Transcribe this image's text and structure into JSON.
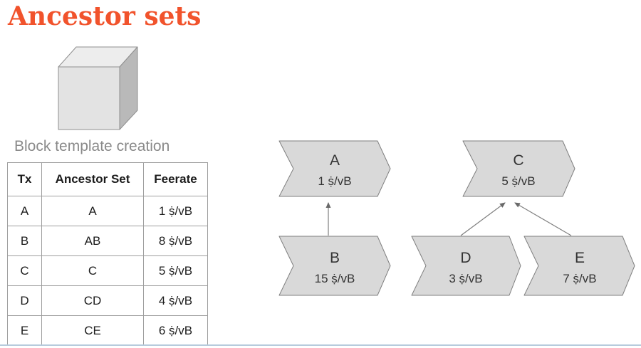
{
  "title": "Ancestor sets",
  "cube_caption": "Block template creation",
  "colors": {
    "accent": "#f1532c",
    "shape_fill": "#d9d9d9",
    "shape_stroke": "#7f7f7f",
    "muted_text": "#8a8a8a",
    "bottom_line": "#b7cbdd"
  },
  "table": {
    "headers": [
      "Tx",
      "Ancestor Set",
      "Feerate"
    ],
    "rows": [
      {
        "tx": "A",
        "ancestor_set": "A",
        "feerate": "1 ṩ/vB"
      },
      {
        "tx": "B",
        "ancestor_set": "AB",
        "feerate": "8 ṩ/vB"
      },
      {
        "tx": "C",
        "ancestor_set": "C",
        "feerate": "5 ṩ/vB"
      },
      {
        "tx": "D",
        "ancestor_set": "CD",
        "feerate": "4 ṩ/vB"
      },
      {
        "tx": "E",
        "ancestor_set": "CE",
        "feerate": "6 ṩ/vB"
      }
    ]
  },
  "diagram": {
    "nodes": [
      {
        "id": "A",
        "label": "A",
        "feerate": "1 ṩ/vB"
      },
      {
        "id": "B",
        "label": "B",
        "feerate": "15 ṩ/vB"
      },
      {
        "id": "C",
        "label": "C",
        "feerate": "5 ṩ/vB"
      },
      {
        "id": "D",
        "label": "D",
        "feerate": "3 ṩ/vB"
      },
      {
        "id": "E",
        "label": "E",
        "feerate": "7 ṩ/vB"
      }
    ],
    "edges": [
      {
        "from": "B",
        "to": "A"
      },
      {
        "from": "D",
        "to": "C"
      },
      {
        "from": "E",
        "to": "C"
      }
    ]
  }
}
